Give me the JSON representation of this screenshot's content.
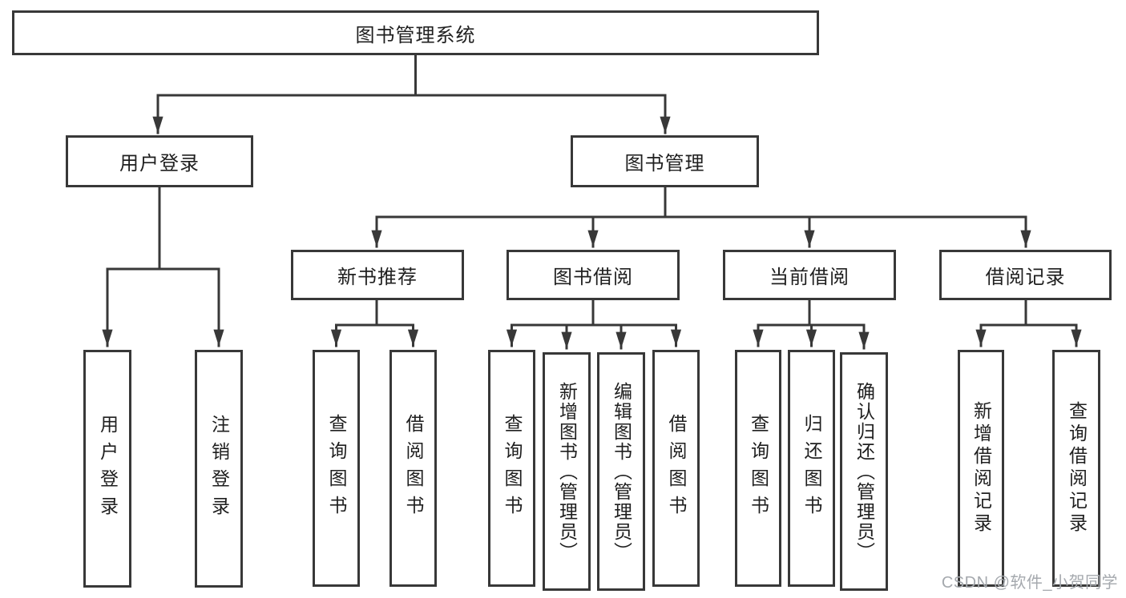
{
  "root": {
    "label": "图书管理系统"
  },
  "branches": [
    {
      "label": "用户登录",
      "leaves": [
        {
          "label": "用户登录"
        },
        {
          "label": "注销登录"
        }
      ]
    },
    {
      "label": "图书管理",
      "groups": [
        {
          "label": "新书推荐",
          "leaves": [
            {
              "label": "查询图书"
            },
            {
              "label": "借阅图书"
            }
          ]
        },
        {
          "label": "图书借阅",
          "leaves": [
            {
              "label": "查询图书"
            },
            {
              "label": "新增图书（管理员）"
            },
            {
              "label": "编辑图书（管理员）"
            },
            {
              "label": "借阅图书"
            }
          ]
        },
        {
          "label": "当前借阅",
          "leaves": [
            {
              "label": "查询图书"
            },
            {
              "label": "归还图书"
            },
            {
              "label": "确认归还（管理员）"
            }
          ]
        },
        {
          "label": "借阅记录",
          "leaves": [
            {
              "label": "新增借阅记录"
            },
            {
              "label": "查询借阅记录"
            }
          ]
        }
      ]
    }
  ],
  "watermark": "CSDN @软件_小贺同学",
  "colors": {
    "line": "#383838",
    "text": "#1f1f1f",
    "watermark": "#a5a9ae",
    "background": "#ffffff"
  }
}
